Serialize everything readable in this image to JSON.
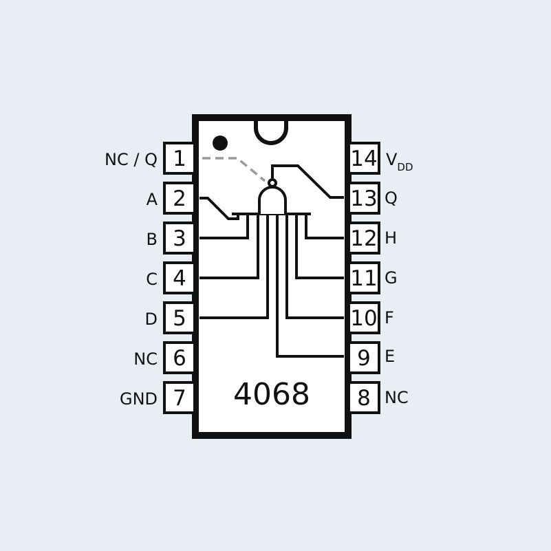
{
  "chip": {
    "part_number": "4068"
  },
  "pins_left": [
    {
      "number": "1",
      "label": "NC / Q"
    },
    {
      "number": "2",
      "label": "A"
    },
    {
      "number": "3",
      "label": "B"
    },
    {
      "number": "4",
      "label": "C"
    },
    {
      "number": "5",
      "label": "D"
    },
    {
      "number": "6",
      "label": "NC"
    },
    {
      "number": "7",
      "label": "GND"
    }
  ],
  "pins_right": [
    {
      "number": "14",
      "label": "V",
      "label_sub": "DD"
    },
    {
      "number": "13",
      "label": "Q"
    },
    {
      "number": "12",
      "label": "H"
    },
    {
      "number": "11",
      "label": "G"
    },
    {
      "number": "10",
      "label": "F"
    },
    {
      "number": "9",
      "label": "E"
    },
    {
      "number": "8",
      "label": "NC"
    }
  ],
  "colors": {
    "background": "#e8eef3",
    "body_fill": "#ffffff",
    "outline": "#111111",
    "optional_connection": "#999999"
  }
}
